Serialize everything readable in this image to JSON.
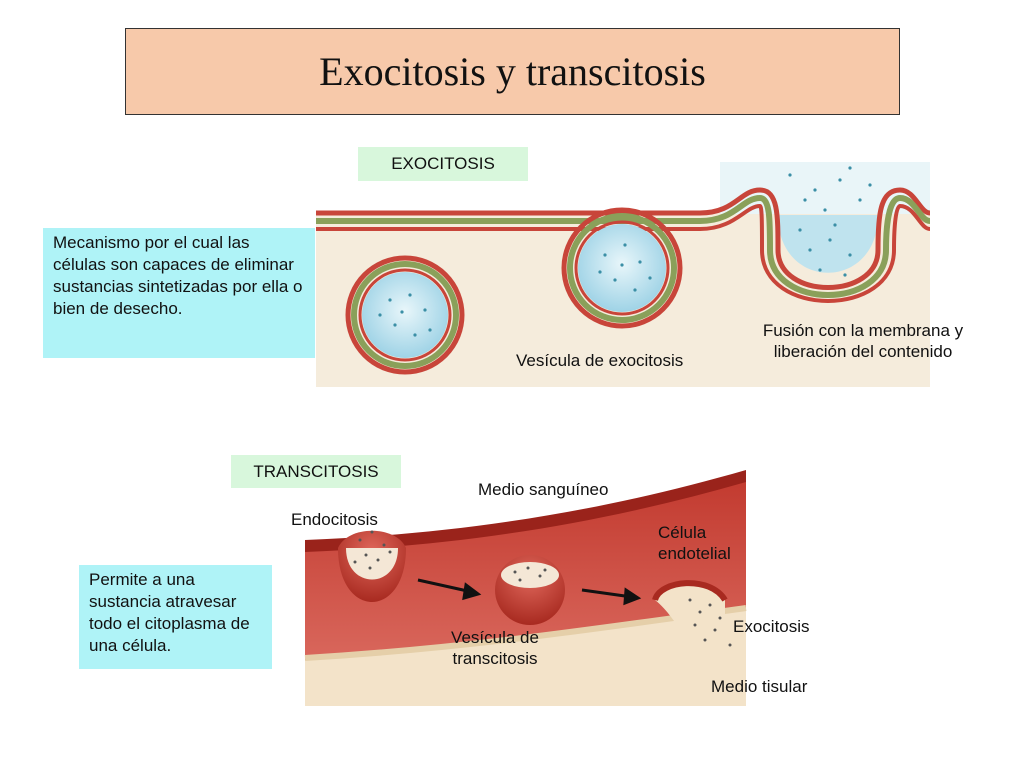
{
  "title": "Exocitosis y transcitosis",
  "exocytosis": {
    "tag": "EXOCITOSIS",
    "description": "Mecanismo por el cual las células son capaces de eliminar sustancias sintetizadas por ella o bien de desecho.",
    "vesicle_label": "Vesícula de exocitosis",
    "fusion_label_line1": "Fusión con la membrana y",
    "fusion_label_line2": "liberación del contenido"
  },
  "transcytosis": {
    "tag": "TRANSCITOSIS",
    "description": "Permite a una sustancia atravesar todo el citoplasma de una célula.",
    "blood_label": "Medio sanguíneo",
    "endocytosis_label": "Endocitosis",
    "cell_label_line1": "Célula",
    "cell_label_line2": "endotelial",
    "vesicle_label_line1": "Vesícula de",
    "vesicle_label_line2": "transcitosis",
    "exocytosis_label": "Exocitosis",
    "tissue_label": "Medio tisular"
  },
  "colors": {
    "title_bg": "#f7c9aa",
    "tag_bg": "#d8f7dc",
    "desc_bg": "#aff3f7",
    "membrane_red": "#c8453a",
    "membrane_green": "#8aa05a",
    "vesicle_fill": "#bfe3ee",
    "cell_red": "#b83228",
    "cytoplasm": "#f3e3c9"
  }
}
